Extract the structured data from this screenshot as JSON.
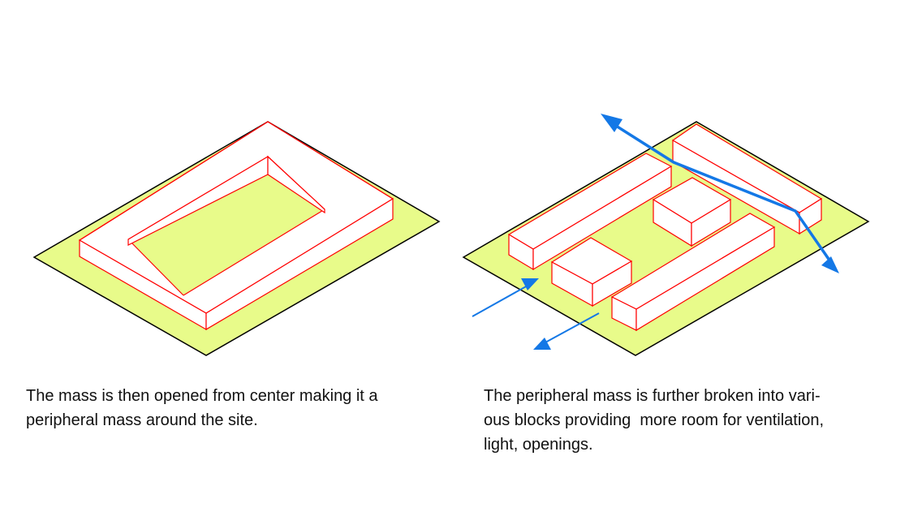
{
  "colors": {
    "site": "#E8FB8A",
    "site_edge": "#000000",
    "block_face": "#FFFFFF",
    "block_edge": "#FF0000",
    "arrow": "#1478E6"
  },
  "icons": {
    "arrow": "wind-flow-arrow-icon"
  },
  "captions": {
    "left": [
      "The mass is then opened from center making it a",
      "peripheral mass around the site."
    ],
    "right": [
      "The peripheral mass is further broken into vari-",
      "ous blocks providing  more room for ventilation,",
      "light, openings."
    ]
  }
}
